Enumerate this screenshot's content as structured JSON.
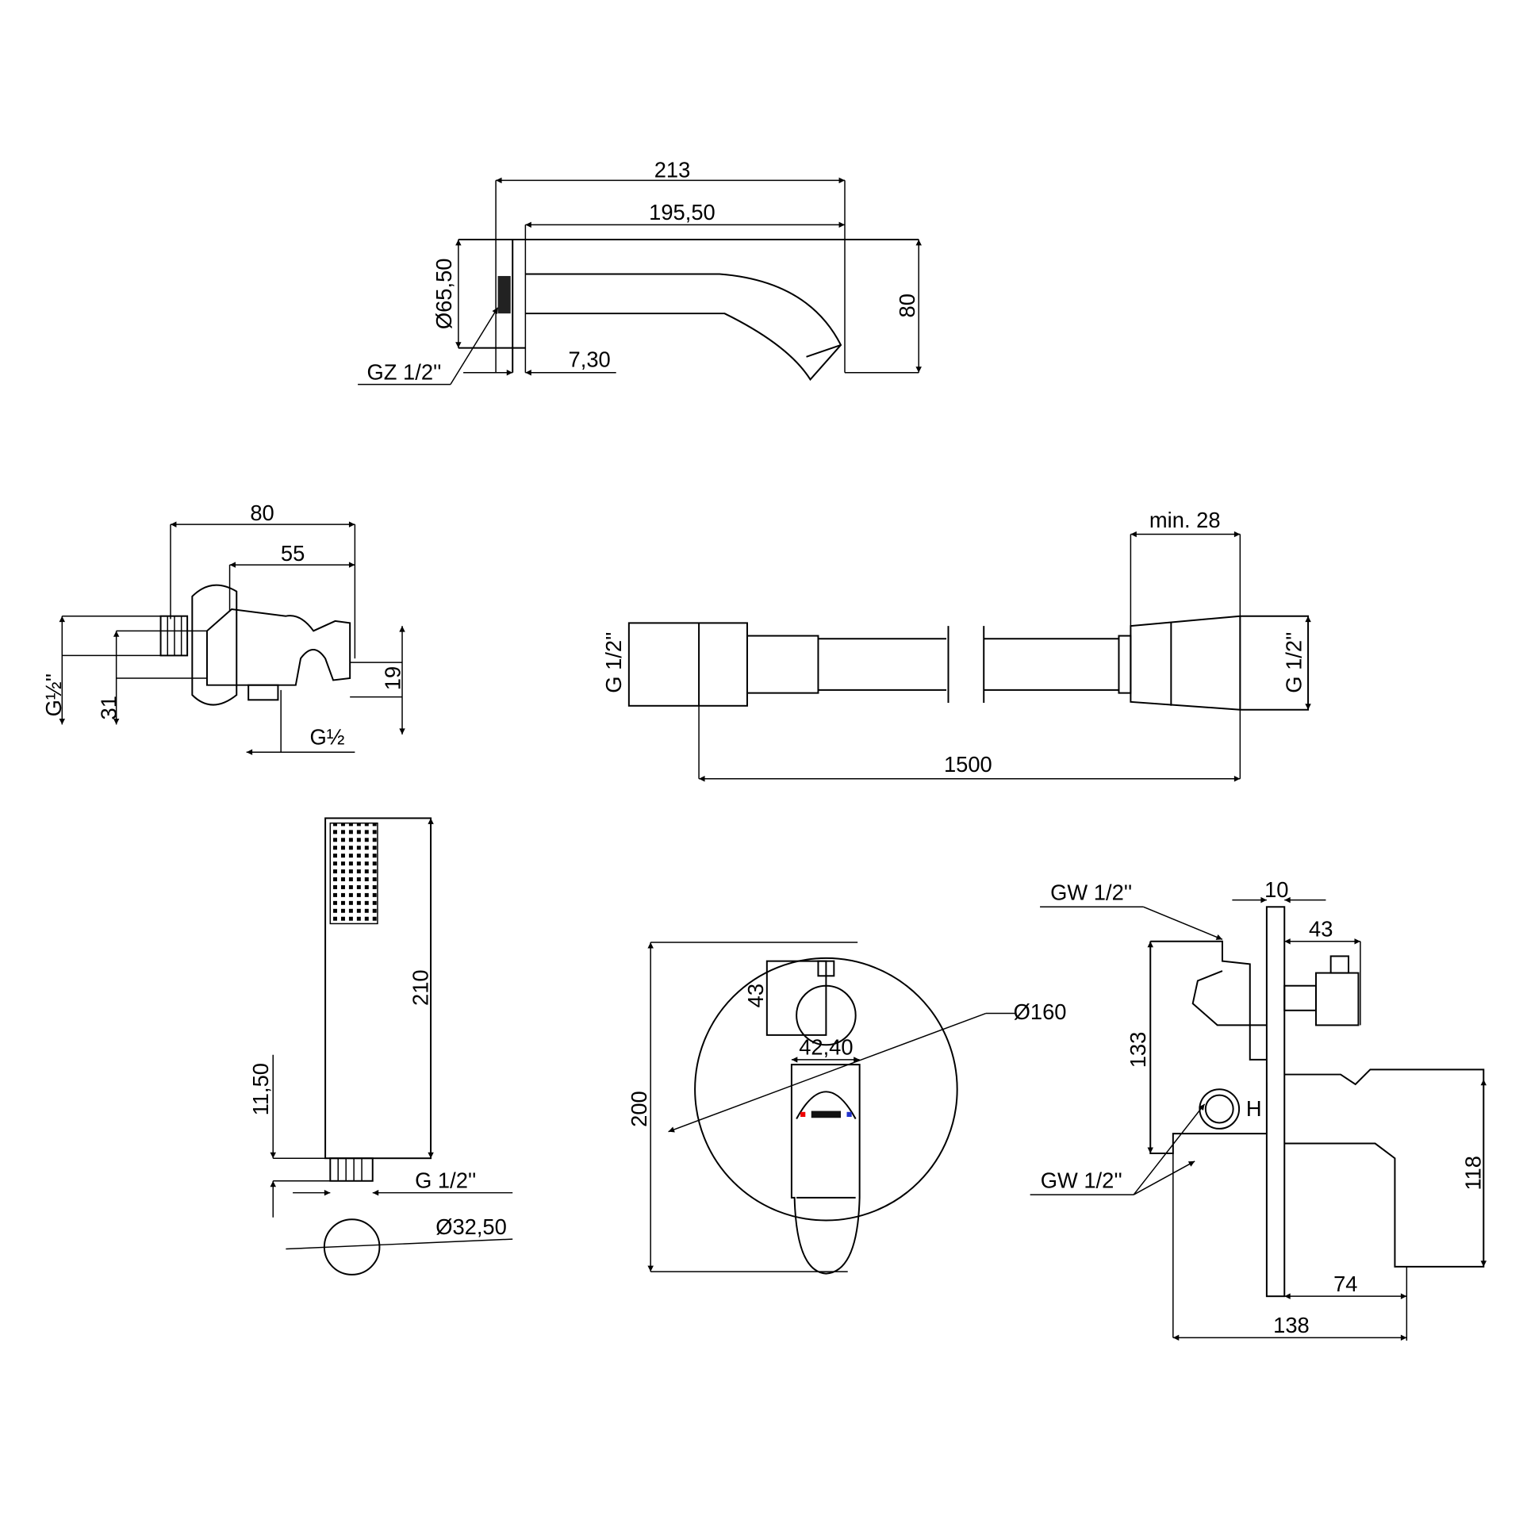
{
  "spout": {
    "length": "213",
    "projection": "195,50",
    "plate_diameter": "Ø65,50",
    "height": "80",
    "plate_depth": "7,30",
    "thread": "GZ 1/2''"
  },
  "hose_holder": {
    "width": "80",
    "body_width": "55",
    "thread_left": "G½''",
    "height_31": "31",
    "height_19": "19",
    "thread_bottom": "G½"
  },
  "hose": {
    "min_length": "min. 28",
    "thread_left": "G 1/2''",
    "thread_right": "G 1/2''",
    "length": "1500"
  },
  "hand_shower": {
    "length": "210",
    "connector": "11,50",
    "thread": "G 1/2''",
    "diameter": "Ø32,50"
  },
  "mixer_front": {
    "plate_size": "200",
    "plate_diameter": "Ø160",
    "diverter": "43",
    "handle_width": "42,40"
  },
  "mixer_side": {
    "plate_thickness": "10",
    "diverter_depth": "43",
    "body_height": "133",
    "handle_height": "118",
    "handle_depth": "74",
    "total_depth": "138",
    "inlet_top": "GW 1/2''",
    "outlet": "GW 1/2''",
    "hot_mark": "H"
  }
}
